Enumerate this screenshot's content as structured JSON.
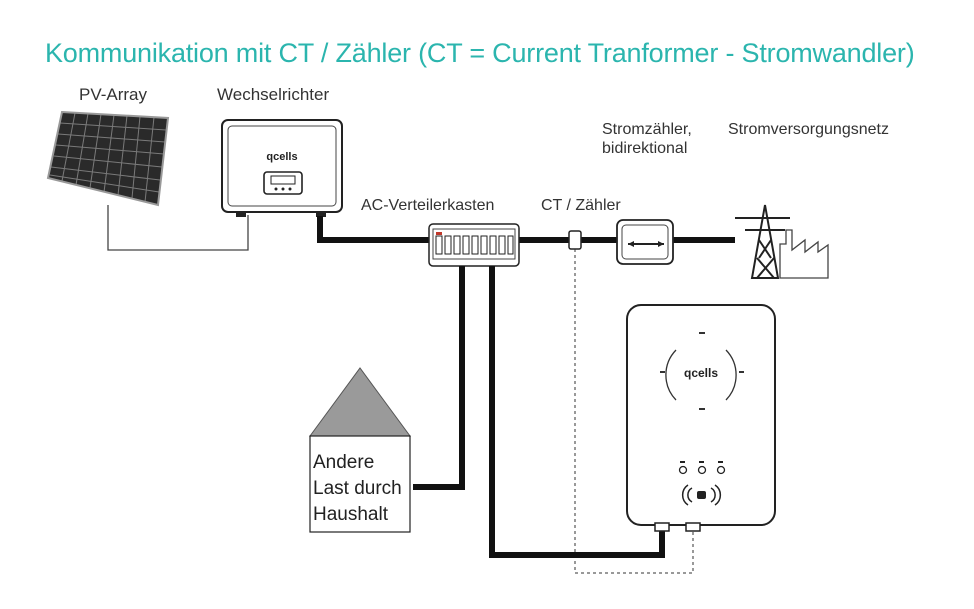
{
  "title": "Kommunikation mit CT / Zähler (CT = Current Tranformer - Stromwandler)",
  "labels": {
    "pv_array": "PV-Array",
    "inverter": "Wechselrichter",
    "meter_line1": "Stromzähler,",
    "meter_line2": "bidirektional",
    "grid": "Stromversorgungsnetz",
    "ac_box": "AC-Verteilerkasten",
    "ct_meter": "CT / Zähler",
    "house_line1": "Andere",
    "house_line2": "Last durch",
    "house_line3": "Haushalt"
  },
  "brand": {
    "inverter_logo": "qcells",
    "wallbox_logo": "qcells"
  },
  "colors": {
    "title": "#2bb5ae",
    "cable": "#111111",
    "house_roof": "#9a9a9a"
  }
}
